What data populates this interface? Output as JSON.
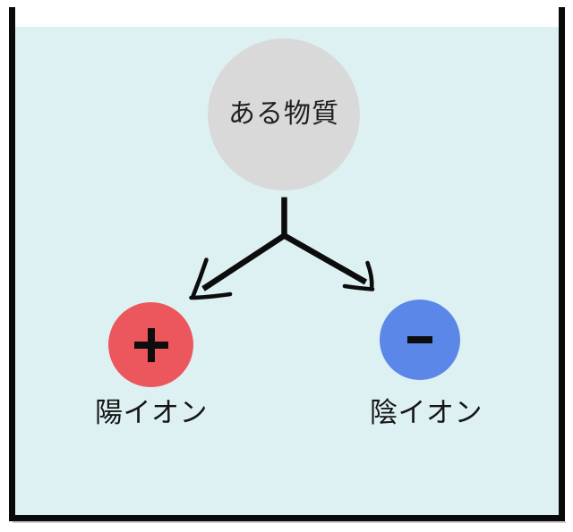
{
  "beaker": {
    "wall_color": "#0a0a0a",
    "water_color": "#ddf1f3"
  },
  "substance": {
    "label": "ある物質",
    "circle_color": "#d9d9d9",
    "text_color": "#1f1f1f"
  },
  "arrows": {
    "color": "#0c0c0c"
  },
  "ions": [
    {
      "label": "陽イオン",
      "symbol": "+",
      "symbol_icon": "plus-icon",
      "circle_color": "#ec575d",
      "symbol_color": "#0d0d0d"
    },
    {
      "label": "陰イオン",
      "symbol": "−",
      "symbol_icon": "minus-icon",
      "circle_color": "#5b87e8",
      "symbol_color": "#0d0d0d"
    }
  ]
}
